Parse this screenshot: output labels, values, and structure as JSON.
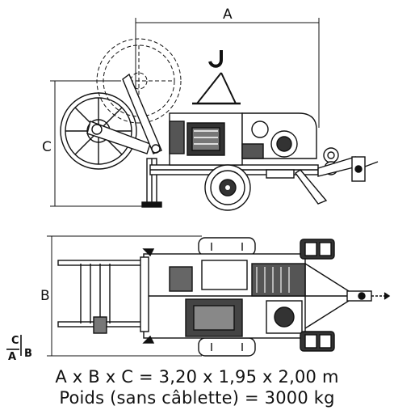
{
  "labels": {
    "dim_a": "A",
    "dim_b": "B",
    "dim_c": "C"
  },
  "corner_mark": {
    "numerator": "C",
    "denominator": "A",
    "side": "B"
  },
  "specs": {
    "dimensions": "A x B x C = 3,20 x 1,95 x 2,00 m",
    "weight": "Poids (sans câblette) = 3000 kg"
  }
}
